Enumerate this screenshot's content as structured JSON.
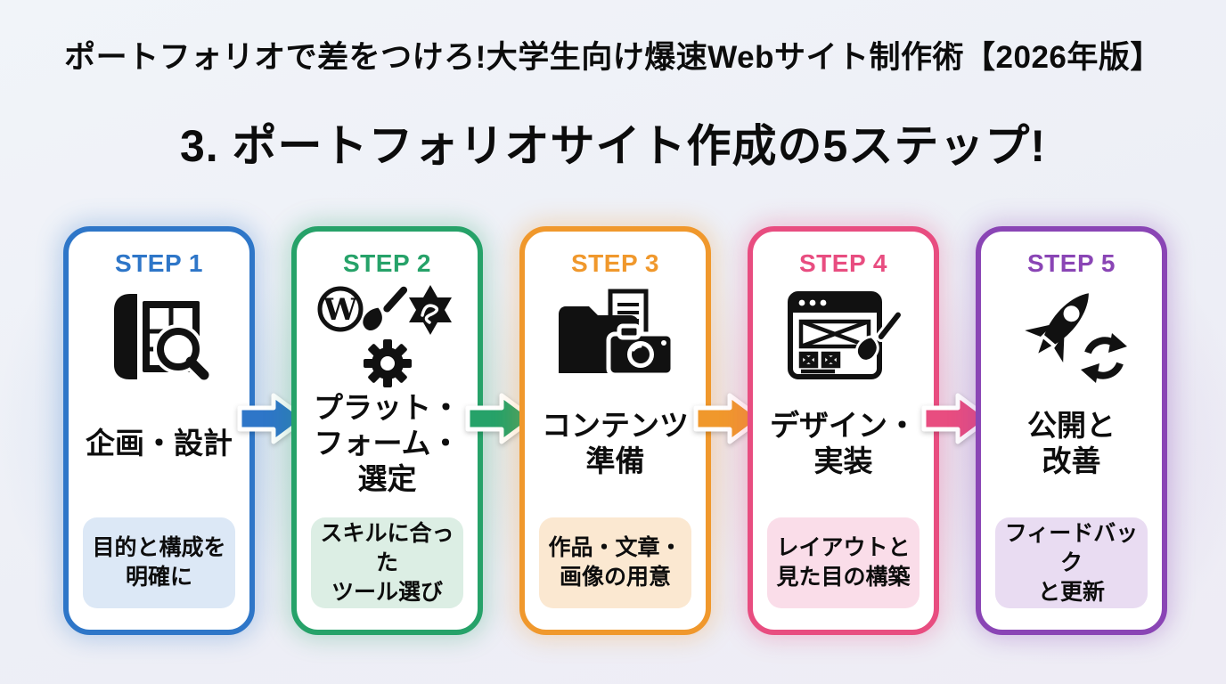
{
  "header": {
    "top_title": "ポートフォリオで差をつけろ!大学生向け爆速Webサイト制作術【2026年版】",
    "main_heading": "3. ポートフォリオサイト作成の5ステップ!"
  },
  "steps": [
    {
      "label": "STEP 1",
      "title_lines": [
        "企画・設計"
      ],
      "subtitle_lines": [
        "目的と構成を",
        "明確に"
      ],
      "icon": "blueprint-magnifier-icon",
      "color": "#2e76c8",
      "tint": "#dce8f6"
    },
    {
      "label": "STEP 2",
      "title_lines": [
        "プラット・",
        "フォーム・",
        "選定"
      ],
      "subtitle_lines": [
        "スキルに合った",
        "ツール選び"
      ],
      "icon": "platform-tools-icon",
      "color": "#26a269",
      "tint": "#dceee4"
    },
    {
      "label": "STEP 3",
      "title_lines": [
        "コンテンツ",
        "準備"
      ],
      "subtitle_lines": [
        "作品・文章・",
        "画像の用意"
      ],
      "icon": "folder-camera-icon",
      "color": "#f0982c",
      "tint": "#fbe8d1"
    },
    {
      "label": "STEP 4",
      "title_lines": [
        "デザイン・",
        "実装"
      ],
      "subtitle_lines": [
        "レイアウトと",
        "見た目の構築"
      ],
      "icon": "browser-brush-icon",
      "color": "#e84d80",
      "tint": "#fadde9"
    },
    {
      "label": "STEP 5",
      "title_lines": [
        "公開と",
        "改善"
      ],
      "subtitle_lines": [
        "フィードバック",
        "と更新"
      ],
      "icon": "rocket-refresh-icon",
      "color": "#8a45b5",
      "tint": "#e9dcf2"
    }
  ],
  "arrows": [
    {
      "color": "#2e76c8"
    },
    {
      "color": "#26a269"
    },
    {
      "color": "#f0982c"
    },
    {
      "color": "#e84d80"
    }
  ],
  "icon_color": "#111111"
}
